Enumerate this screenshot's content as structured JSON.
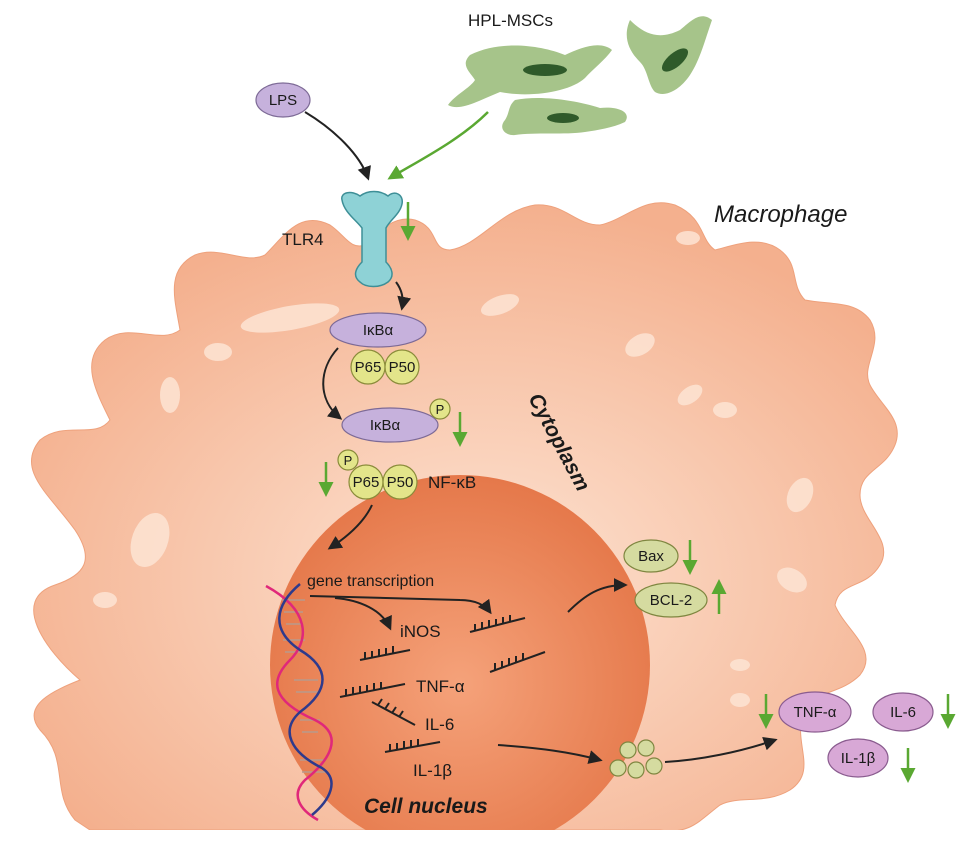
{
  "labels": {
    "hpl_mscs": "HPL-MSCs",
    "lps": "LPS",
    "tlr4": "TLR4",
    "macrophage": "Macrophage",
    "cytoplasm": "Cytoplasm",
    "ikba": "IκBα",
    "ikba_p": "IκBα",
    "p65": "P65",
    "p50": "P50",
    "p65_2": "P65",
    "p50_2": "P50",
    "phospho": "P",
    "nfkb": "NF-κB",
    "gene_transcription": "gene transcription",
    "inos": "iNOS",
    "tnfa_gene": "TNF-α",
    "il6_gene": "IL-6",
    "il1b_gene": "IL-1β",
    "cell_nucleus": "Cell nucleus",
    "bax": "Bax",
    "bcl2": "BCL-2",
    "tnfa_out": "TNF-α",
    "il6_out": "IL-6",
    "il1b_out": "IL-1β"
  },
  "regulation": {
    "tlr4": "down",
    "p_ikba": "down",
    "p_p65": "down",
    "bax": "down",
    "bcl2": "up",
    "tnfa": "down",
    "il6": "down",
    "il1b": "down"
  },
  "colors": {
    "cell_body": "#f6b898",
    "cell_center": "#fbd9c6",
    "nucleus": "#e87e4f",
    "nucleus_center": "#f4a37c",
    "msc": "#a6c48a",
    "msc_nucleus": "#2f5a2a",
    "purple_protein": "#c6b1dc",
    "olive_protein": "#d5dba0",
    "cytokine": "#d8a8d6",
    "tlr4": "#8ed2d6",
    "green_arrow": "#5aa832",
    "dna_strand_a": "#e0287a",
    "dna_strand_b": "#2e3a8c"
  }
}
